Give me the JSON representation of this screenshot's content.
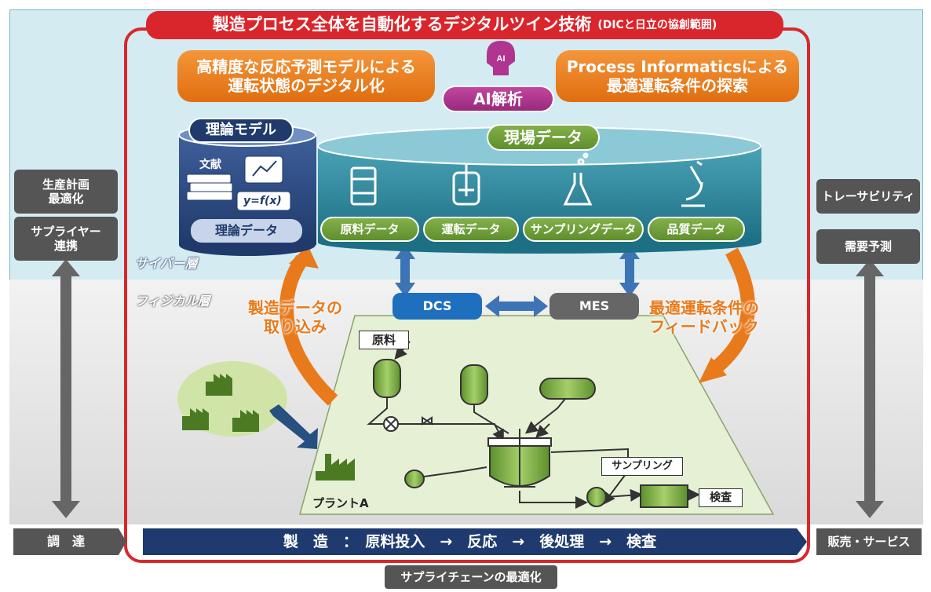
{
  "title": "製造プロセス全体を自動化するデジタルツイン技術",
  "title_sub": "(DICと日立の協創範囲)",
  "ai": {
    "label": "AI解析",
    "icon": "ai-head-icon"
  },
  "orange_left": [
    "高精度な反応予測モデルによる",
    "運転状態のデジタル化"
  ],
  "orange_right": [
    "Process Informaticsによる",
    "最適運転条件の探索"
  ],
  "theory": {
    "header": "理論モデル",
    "literature": "文献",
    "formula": "y=f(x)",
    "data": "理論データ"
  },
  "field": {
    "header": "現場データ",
    "items": [
      {
        "label": "原料データ",
        "icon": "drum-icon"
      },
      {
        "label": "運転データ",
        "icon": "reactor-icon"
      },
      {
        "label": "サンプリングデータ",
        "icon": "flask-icon"
      },
      {
        "label": "品質データ",
        "icon": "microscope-icon"
      }
    ]
  },
  "layers": {
    "cyber": "サイバー層",
    "physical": "フィジカル層"
  },
  "left_boxes": [
    [
      "生産計画",
      "最適化"
    ],
    [
      "サプライヤー",
      "連携"
    ]
  ],
  "right_boxes": [
    "トレーサビリティ",
    "需要予測"
  ],
  "systems": {
    "dcs": "DCS",
    "mes": "MES"
  },
  "arrow_left_text": [
    "製造データの",
    "取り込み"
  ],
  "arrow_right_text": [
    "最適運転条件の",
    "フィードバック"
  ],
  "plant": {
    "raw": "原料",
    "sampling": "サンプリング",
    "inspect": "検査",
    "plant_a": "プラントA"
  },
  "bottom": {
    "procure": "調　達",
    "manufacture": "製　造　：　原料投入　→　反応　→　後処理　→　検査",
    "sales": "販売・サービス"
  },
  "footer": "サプライチェーンの最適化",
  "colors": {
    "red": "#d9262c",
    "navy": "#1e3a6e",
    "teal": "#2a7f94",
    "orange": "#e87a1c",
    "green": "#6e9e3a",
    "blue": "#1f6fbf",
    "gray": "#555555"
  }
}
